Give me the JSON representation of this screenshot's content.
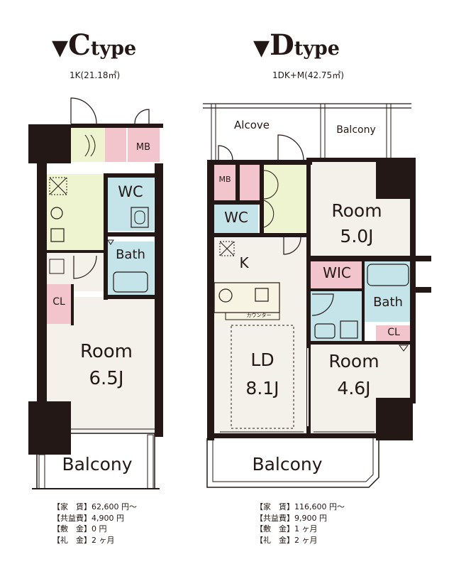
{
  "c": {
    "title_letter": "C",
    "title_rest": "type",
    "area": "1K(21.18㎡)",
    "room_mb": "MB",
    "room_wc": "WC",
    "room_bath": "Bath",
    "room_cl": "CL",
    "room_main_name": "Room",
    "room_main_size": "6.5J",
    "balcony": "Balcony",
    "info": [
      "【家　賃】62,600 円〜",
      "【共益費】4,900 円",
      "【敷　金】0 円",
      "【礼　金】2 ヶ月"
    ]
  },
  "d": {
    "title_letter": "D",
    "title_rest": "type",
    "area": "1DK+M(42.75㎡)",
    "alcove": "Alcove",
    "balcony_top": "Balcony",
    "room_mb": "MB",
    "room_wc": "WC",
    "room_k": "K",
    "room1_name": "Room",
    "room1_size": "5.0J",
    "room_wic": "WIC",
    "room_bath": "Bath",
    "room_cl": "CL",
    "room_ld_name": "LD",
    "room_ld_size": "8.1J",
    "room2_name": "Room",
    "room2_size": "4.6J",
    "counter": "カウンター",
    "balcony": "Balcony",
    "info": [
      "【家　賃】116,600 円〜",
      "【共益費】9,900 円",
      "【敷　金】1 ヶ月",
      "【礼　金】2 ヶ月"
    ]
  },
  "colors": {
    "wall": "#231815",
    "floor": "#f4f1ea",
    "entry": "#eef4cf",
    "water": "#c4e4ea",
    "storage": "#f2c5cd",
    "kitchen": "#f7f4e4"
  }
}
